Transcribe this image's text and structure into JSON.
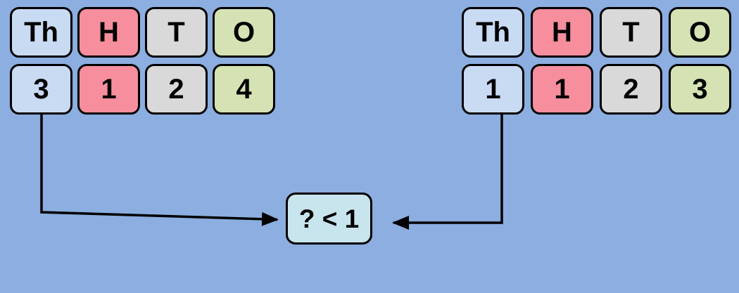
{
  "colors": {
    "background": "#8CAEE0",
    "thousands": "#C9DAF3",
    "hundreds": "#F68E9D",
    "tens": "#D9D9D9",
    "ones": "#D5E3B4",
    "comparison": "#C8E5EE",
    "stroke": "#000000"
  },
  "groups": {
    "left": {
      "headers": [
        "Th",
        "H",
        "T",
        "O"
      ],
      "digits": [
        "3",
        "1",
        "2",
        "4"
      ]
    },
    "right": {
      "headers": [
        "Th",
        "H",
        "T",
        "O"
      ],
      "digits": [
        "1",
        "1",
        "2",
        "3"
      ]
    }
  },
  "comparison": {
    "label": "? < 1"
  },
  "connections": [
    {
      "from": "left thousands digit",
      "to": "comparison box"
    },
    {
      "from": "right thousands digit",
      "to": "comparison box"
    }
  ]
}
